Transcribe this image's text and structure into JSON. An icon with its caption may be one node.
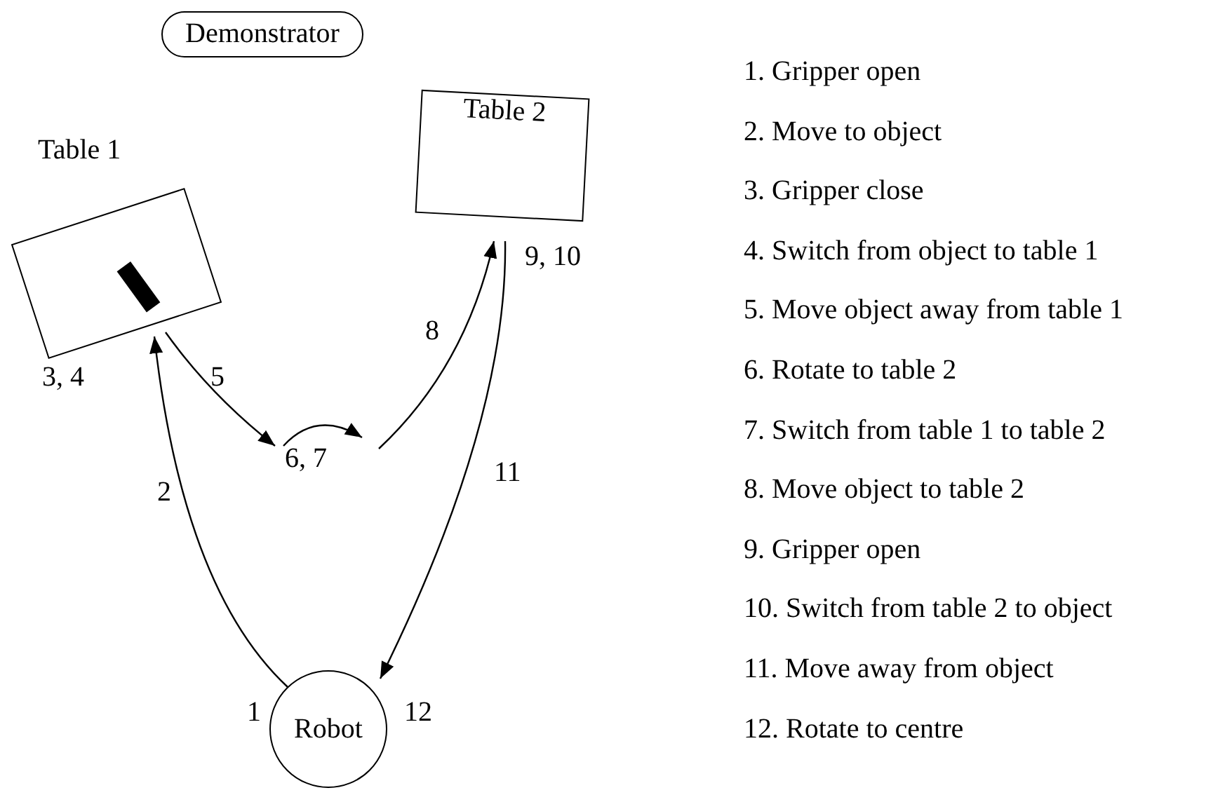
{
  "diagram": {
    "nodes": [
      {
        "text": [
          "Demonstrator"
        ]
      },
      {
        "text": [
          "Table 1"
        ],
        "beside": [
          "3, 4"
        ]
      },
      {
        "text": [
          "Table 2"
        ],
        "beside": [
          "9, 10"
        ]
      },
      {
        "text": [
          "6, 7"
        ]
      },
      {
        "text": [
          "Robot"
        ],
        "beside": [
          "1",
          "12"
        ]
      }
    ],
    "edges": [
      {
        "from": 4,
        "to": 1,
        "arrow": "to",
        "label": "2"
      },
      {
        "from": 1,
        "to": 3,
        "arrow": "to",
        "label": "5"
      },
      {
        "from": 3,
        "to": 2,
        "arrow": "to",
        "label": "8"
      },
      {
        "from": 2,
        "to": 4,
        "arrow": "to",
        "label": "11"
      }
    ],
    "labels": [
      "1. Gripper open",
      "2. Move to object",
      "3. Gripper close",
      "4. Switch from object to table 1",
      "5. Move object away from table 1",
      "6. Rotate to table 2",
      "7. Switch from table 1 to table 2",
      "8. Move object to table 2",
      "9. Gripper open",
      "10. Switch from table 2 to object",
      "11. Move away from object",
      "12. Rotate to centre"
    ]
  }
}
